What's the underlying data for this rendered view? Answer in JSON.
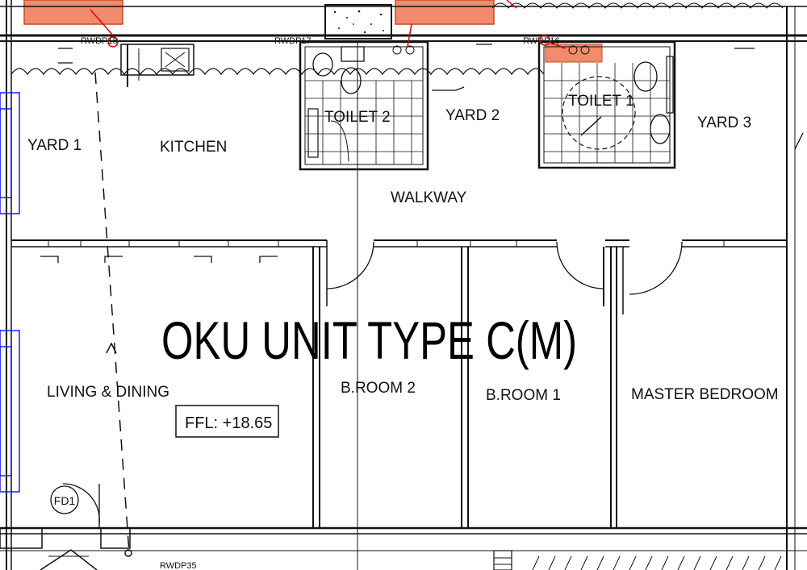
{
  "title": "OKU UNIT TYPE C(M)",
  "ffl_label": "FFL: +18.65",
  "door_tag": "FD1",
  "rooms": {
    "yard1": "YARD 1",
    "kitchen": "KITCHEN",
    "toilet2": "TOILET 2",
    "yard2": "YARD 2",
    "toilet1": "TOILET 1",
    "yard3": "YARD 3",
    "walkway": "WALKWAY",
    "living": "LIVING & DINING",
    "broom2": "B.ROOM 2",
    "broom1": "B.ROOM 1",
    "master": "MASTER BEDROOM"
  },
  "rwdp_labels": {
    "left": "RWDP18",
    "mid": "RWDP17",
    "right": "RWDP16",
    "bottom": "RWDP35"
  },
  "colors": {
    "line": "#111111",
    "pipe": "#d40000",
    "salmon": "#f28b6b",
    "window_blue": "#1a1aff"
  }
}
